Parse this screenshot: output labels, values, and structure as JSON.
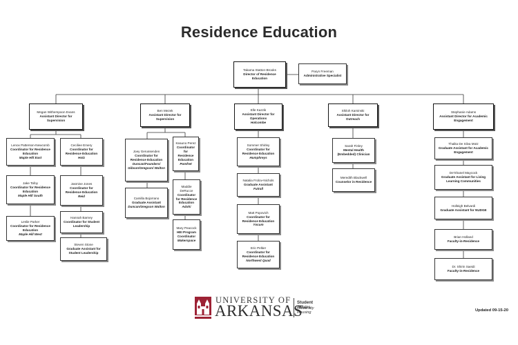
{
  "title": "Residence Education",
  "boxes": {
    "director": {
      "name": "Takama Statton-Brooks",
      "title": "Director of Residence Education",
      "loc": ""
    },
    "admin": {
      "name": "Paryn Freeman",
      "title": "Administrative Specialist",
      "loc": ""
    },
    "evans": {
      "name": "Megan Witherspoon Evans",
      "title": "Assistant Director for Supervision",
      "loc": ""
    },
    "mezek": {
      "name": "Ben Mezek",
      "title": "Assistant Director for Supervision",
      "loc": ""
    },
    "kazzik": {
      "name": "Elle Kazzik",
      "title": "Assistant Director for Operations",
      "loc": "Holcombe"
    },
    "kaminski": {
      "name": "Shiloh Kaminski",
      "title": "Assistant Director for Outreach",
      "loc": ""
    },
    "adams": {
      "name": "Stephanie Adams",
      "title": "Assistant Director for Academic Engagement",
      "loc": ""
    },
    "newcomb": {
      "name": "Lenox Patterson-Newcomb",
      "title": "Coordinator for Residence Education",
      "loc": "Maple Hill East"
    },
    "tafoy": {
      "name": "Jake Tafoy",
      "title": "Coordinator for Residence Education",
      "loc": "Maple Hill South"
    },
    "parker": {
      "name": "Leslie Parker",
      "title": "Coordinator for Residence Education",
      "loc": "Maple Hill West"
    },
    "emery": {
      "name": "Ceciliee Emery",
      "title": "Coordinator for Residence Education",
      "loc": "Hotz"
    },
    "jones": {
      "name": "Jasmine Jones",
      "title": "Coordinator for Residence Education",
      "loc": "Reid"
    },
    "barney": {
      "name": "Hannah Barney",
      "title": "Coordinator for Student Leadership",
      "loc": ""
    },
    "stone": {
      "name": "Steven Stone",
      "title": "Graduate Assistant for Student Leadership",
      "loc": ""
    },
    "gerussenden": {
      "name": "Joey Gerussenden",
      "title": "Coordinator for Residence Education",
      "loc": "Duncan/Founders/ Gibson/Gregson/ Walton"
    },
    "bojorrano": {
      "name": "Camilla Bojorrano",
      "title": "Graduate Assistant",
      "loc": "Duncan/Gregson Walton"
    },
    "perez": {
      "name": "Keauno Perez",
      "title": "Coordinator for Residence Education",
      "loc": "Pomfret"
    },
    "dellucce": {
      "name": "Maddie DeRucce",
      "title": "Coordinator for Residence Education",
      "loc": "Adohi"
    },
    "peacock": {
      "name": "Mary Peacock",
      "title": "HEI Program Coordinator",
      "loc": "Makerspace"
    },
    "shirley": {
      "name": "Sommer Shirley",
      "title": "Coordinator for Residence Education",
      "loc": "Humphreys"
    },
    "nichols": {
      "name": "Natalia Frolov-Nichols",
      "title": "Graduate Assistant",
      "loc": "Futrall"
    },
    "popovich": {
      "name": "Matt Popovich",
      "title": "Coordinator for Residence Education",
      "loc": "Yocum"
    },
    "peltier": {
      "name": "Eric Peltier",
      "title": "Coordinator for Residence Education",
      "loc": "Northwest Quad"
    },
    "finley": {
      "name": "Sarah Finley",
      "title": "Mental Health (Embedded) Clinician",
      "loc": ""
    },
    "blackwell": {
      "name": "Meredith Blackwell",
      "title": "Counselor in Residence",
      "loc": ""
    },
    "motz": {
      "name": "Thalita De Silva Motz",
      "title": "Graduate Assistant for Academic Engagement",
      "loc": ""
    },
    "maycock": {
      "name": "De'Shanel Maycock",
      "title": "Graduate Assistant for Living Learning Communities",
      "loc": ""
    },
    "belvardi": {
      "name": "Holleigh Belvardi",
      "title": "Graduate Assistant for NUDGE",
      "loc": ""
    },
    "holland": {
      "name": "Brian Holland",
      "title": "Faculty-in-Residence",
      "loc": ""
    },
    "saeidi": {
      "name": "Dr. Shirin Saeidi",
      "title": "Faculty-in-Residence",
      "loc": ""
    }
  },
  "footer": {
    "university_top": "UNIVERSITY OF",
    "university_main": "ARKANSAS",
    "department": "Student Affairs",
    "subdepartment": "University Housing",
    "updated": "Updated 09-15-20"
  },
  "colors": {
    "logo_red": "#9d2235",
    "line": "#333333"
  }
}
